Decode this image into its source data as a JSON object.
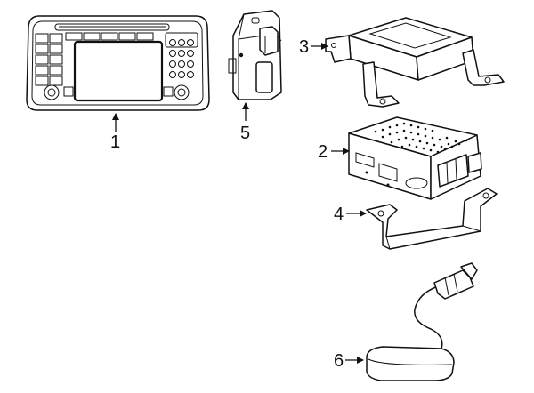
{
  "callouts": {
    "radio_display": "1",
    "control_module": "2",
    "upper_bracket": "3",
    "lower_bracket": "4",
    "amplifier_module": "5",
    "gps_antenna": "6"
  },
  "colors": {
    "line": "#111111",
    "background": "#ffffff"
  }
}
